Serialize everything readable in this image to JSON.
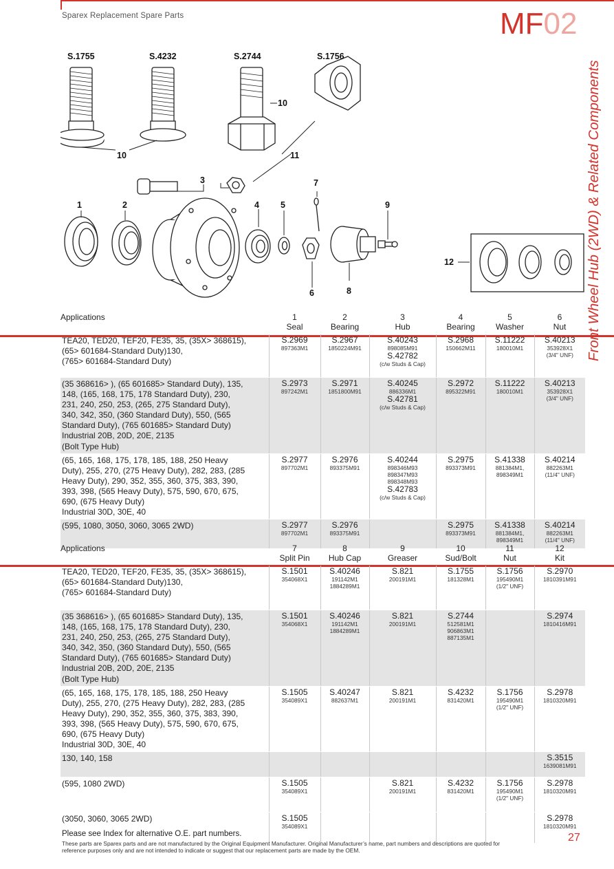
{
  "header": {
    "brand": "Sparex Replacement Spare Parts",
    "code_dark": "MF",
    "code_light": "02",
    "side_title": "Front Wheel Hub (2WD) & Related Components"
  },
  "diagram": {
    "part_codes": [
      "S.1755",
      "S.4232",
      "S.2744",
      "S.1756"
    ],
    "callouts": [
      "1",
      "2",
      "3",
      "4",
      "5",
      "6",
      "7",
      "8",
      "9",
      "10",
      "10",
      "11",
      "12"
    ]
  },
  "table1": {
    "applications_label": "Applications",
    "columns": [
      {
        "num": "1",
        "name": "Seal"
      },
      {
        "num": "2",
        "name": "Bearing"
      },
      {
        "num": "3",
        "name": "Hub"
      },
      {
        "num": "4",
        "name": "Bearing"
      },
      {
        "num": "5",
        "name": "Washer"
      },
      {
        "num": "6",
        "name": "Nut"
      }
    ],
    "rows": [
      {
        "app": [
          "TEA20, TED20, TEF20, FE35, 35, (35X> 368615),",
          "(65> 601684-Standard Duty)130,",
          "(765> 601684-Standard Duty)"
        ],
        "cells": [
          {
            "pn": "S.2969",
            "oe": [
              "897363M1"
            ]
          },
          {
            "pn": "S.2967",
            "oe": [
              "1850224M91"
            ]
          },
          {
            "pn": "S.40243",
            "oe": [
              "898085M91"
            ],
            "pn2": "S.42782",
            "note": "(c/w Studs & Cap)"
          },
          {
            "pn": "S.2968",
            "oe": [
              "150662M11"
            ]
          },
          {
            "pn": "S.11222",
            "oe": [
              "180010M1"
            ]
          },
          {
            "pn": "S.40213",
            "oe": [
              "353928X1",
              "(3/4\" UNF)"
            ]
          }
        ]
      },
      {
        "app": [
          "(35 368616> ), (65 601685> Standard Duty), 135,",
          "148, (165, 168, 175, 178 Standard Duty), 230,",
          "231, 240, 250, 253, (265, 275 Standard Duty),",
          "340, 342, 350, (360 Standard Duty), 550, (565",
          "Standard Duty), (765 601685> Standard Duty)",
          "Industrial 20B, 20D, 20E, 2135",
          "(Bolt Type Hub)"
        ],
        "cells": [
          {
            "pn": "S.2973",
            "oe": [
              "897242M1"
            ]
          },
          {
            "pn": "S.2971",
            "oe": [
              "1851800M91"
            ]
          },
          {
            "pn": "S.40245",
            "oe": [
              "886336M1"
            ],
            "pn2": "S.42781",
            "note": "(c/w Studs & Cap)"
          },
          {
            "pn": "S.2972",
            "oe": [
              "895322M91"
            ]
          },
          {
            "pn": "S.11222",
            "oe": [
              "180010M1"
            ]
          },
          {
            "pn": "S.40213",
            "oe": [
              "353928X1",
              "(3/4\" UNF)"
            ]
          }
        ]
      },
      {
        "app": [
          "(65, 165, 168, 175, 178, 185, 188, 250 Heavy",
          "Duty), 255, 270, (275 Heavy Duty), 282, 283, (285",
          "Heavy Duty), 290, 352, 355, 360, 375, 383, 390,",
          "393, 398, (565 Heavy Duty), 575, 590, 670, 675,",
          "690, (675 Heavy Duty)",
          "Industrial 30D, 30E, 40"
        ],
        "cells": [
          {
            "pn": "S.2977",
            "oe": [
              "897702M1"
            ]
          },
          {
            "pn": "S.2976",
            "oe": [
              "893375M91"
            ]
          },
          {
            "pn": "S.40244",
            "oe": [
              "898346M93",
              "898347M93",
              "898348M93"
            ],
            "pn2": "S.42783",
            "note": "(c/w Studs & Cap)"
          },
          {
            "pn": "S.2975",
            "oe": [
              "893373M91"
            ]
          },
          {
            "pn": "S.41338",
            "oe": [
              "881384M1,",
              "898349M1"
            ]
          },
          {
            "pn": "S.40214",
            "oe": [
              "882263M1",
              "(11/4\" UNF)"
            ]
          }
        ]
      },
      {
        "app": [
          "(595, 1080, 3050, 3060, 3065 2WD)"
        ],
        "cells": [
          {
            "pn": "S.2977",
            "oe": [
              "897702M1"
            ]
          },
          {
            "pn": "S.2976",
            "oe": [
              "893375M91"
            ]
          },
          {
            "pn": "",
            "oe": []
          },
          {
            "pn": "S.2975",
            "oe": [
              "893373M91"
            ]
          },
          {
            "pn": "S.41338",
            "oe": [
              "881384M1,",
              "898349M1"
            ]
          },
          {
            "pn": "S.40214",
            "oe": [
              "882263M1",
              "(11/4\" UNF)"
            ]
          }
        ]
      }
    ]
  },
  "table2": {
    "applications_label": "Applications",
    "columns": [
      {
        "num": "7",
        "name": "Split Pin"
      },
      {
        "num": "8",
        "name": "Hub Cap"
      },
      {
        "num": "9",
        "name": "Greaser"
      },
      {
        "num": "10",
        "name": "Sud/Bolt"
      },
      {
        "num": "11",
        "name": "Nut"
      },
      {
        "num": "12",
        "name": "Kit"
      }
    ],
    "rows": [
      {
        "app": [
          "TEA20, TED20, TEF20, FE35, 35, (35X> 368615),",
          "(65> 601684-Standard Duty)130,",
          "(765> 601684-Standard Duty)"
        ],
        "cells": [
          {
            "pn": "S.1501",
            "oe": [
              "354068X1"
            ]
          },
          {
            "pn": "S.40246",
            "oe": [
              "191142M1",
              "1884289M1"
            ]
          },
          {
            "pn": "S.821",
            "oe": [
              "200191M1"
            ]
          },
          {
            "pn": "S.1755",
            "oe": [
              "181328M1"
            ]
          },
          {
            "pn": "S.1756",
            "oe": [
              "195490M1",
              "(1/2\" UNF)"
            ]
          },
          {
            "pn": "S.2970",
            "oe": [
              "1810391M91"
            ]
          }
        ]
      },
      {
        "app": [
          "(35 368616> ), (65 601685> Standard Duty), 135,",
          "148, (165, 168, 175, 178 Standard Duty), 230,",
          "231, 240, 250, 253, (265, 275 Standard Duty),",
          "340, 342, 350, (360 Standard Duty), 550, (565",
          "Standard Duty), (765 601685> Standard Duty)",
          "Industrial 20B, 20D, 20E, 2135",
          "(Bolt Type Hub)"
        ],
        "cells": [
          {
            "pn": "S.1501",
            "oe": [
              "354068X1"
            ]
          },
          {
            "pn": "S.40246",
            "oe": [
              "191142M1",
              "1884289M1"
            ]
          },
          {
            "pn": "S.821",
            "oe": [
              "200191M1"
            ]
          },
          {
            "pn": "S.2744",
            "oe": [
              "512581M1",
              "906863M1",
              "887135M1"
            ]
          },
          {
            "pn": "",
            "oe": []
          },
          {
            "pn": "S.2974",
            "oe": [
              "1810416M91"
            ]
          }
        ]
      },
      {
        "app": [
          "(65, 165, 168, 175, 178, 185, 188, 250 Heavy",
          "Duty), 255, 270, (275 Heavy Duty), 282, 283, (285",
          "Heavy Duty), 290, 352, 355, 360, 375, 383, 390,",
          "393, 398, (565 Heavy Duty), 575, 590, 670, 675,",
          "690, (675 Heavy Duty)",
          "Industrial 30D, 30E, 40"
        ],
        "cells": [
          {
            "pn": "S.1505",
            "oe": [
              "354089X1"
            ]
          },
          {
            "pn": "S.40247",
            "oe": [
              "882637M1"
            ]
          },
          {
            "pn": "S.821",
            "oe": [
              "200191M1"
            ]
          },
          {
            "pn": "S.4232",
            "oe": [
              "831420M1"
            ]
          },
          {
            "pn": "S.1756",
            "oe": [
              "195490M1",
              "(1/2\" UNF)"
            ]
          },
          {
            "pn": "S.2978",
            "oe": [
              "1810320M91"
            ]
          }
        ]
      },
      {
        "app": [
          "130, 140, 158"
        ],
        "cells": [
          {
            "pn": "",
            "oe": []
          },
          {
            "pn": "",
            "oe": []
          },
          {
            "pn": "",
            "oe": []
          },
          {
            "pn": "",
            "oe": []
          },
          {
            "pn": "",
            "oe": []
          },
          {
            "pn": "S.3515",
            "oe": [
              "1639081M91"
            ]
          }
        ]
      },
      {
        "app": [
          "(595, 1080 2WD)"
        ],
        "cells": [
          {
            "pn": "S.1505",
            "oe": [
              "354089X1"
            ]
          },
          {
            "pn": "",
            "oe": []
          },
          {
            "pn": "S.821",
            "oe": [
              "200191M1"
            ]
          },
          {
            "pn": "S.4232",
            "oe": [
              "831420M1"
            ]
          },
          {
            "pn": "S.1756",
            "oe": [
              "195490M1",
              "(1/2\" UNF)"
            ]
          },
          {
            "pn": "S.2978",
            "oe": [
              "1810320M91"
            ]
          }
        ]
      },
      {
        "app": [
          "(3050, 3060, 3065 2WD)"
        ],
        "cells": [
          {
            "pn": "S.1505",
            "oe": [
              "354089X1"
            ]
          },
          {
            "pn": "",
            "oe": []
          },
          {
            "pn": "",
            "oe": []
          },
          {
            "pn": "",
            "oe": []
          },
          {
            "pn": "",
            "oe": []
          },
          {
            "pn": "S.2978",
            "oe": [
              "1810320M91"
            ]
          }
        ]
      }
    ]
  },
  "footer": {
    "index_note": "Please see Index for alternative O.E. part numbers.",
    "disclaimer": "These parts are Sparex parts and are not manufactured by the Original Equipment Manufacturer. Original Manufacturer’s name, part numbers and descriptions are quoted for reference purposes only and are not intended to indicate or suggest that our replacement parts are made by the OEM.",
    "page_number": "27"
  }
}
